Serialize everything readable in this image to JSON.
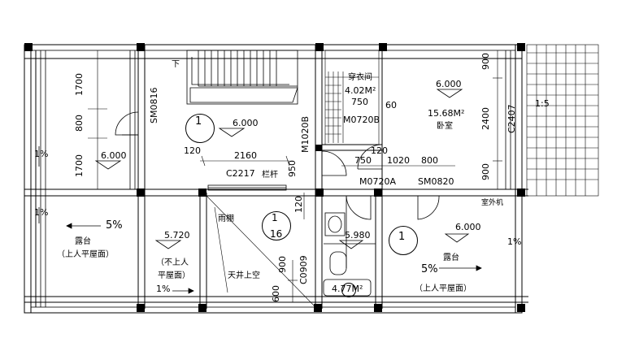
{
  "labels": {
    "down": "下",
    "sm0816": "SM0816",
    "wardrobe": "穿衣间",
    "wardrobe_area": "4.02M²",
    "d750a": "750",
    "d60": "60",
    "m0720b": "M0720B",
    "m1020b": "M1020B",
    "elev_6000_a": "6.000",
    "elev_6000_b": "6.000",
    "elev_6000_c": "6.000",
    "elev_6000_d": "6.000",
    "bedroom_area": "15.68M²",
    "bedroom": "卧室",
    "c2407": "C2407",
    "d900_top": "900",
    "d2400": "2400",
    "d900_bot": "900",
    "d1700_top": "1700",
    "d800": "800",
    "d1700_bot": "1700",
    "one_pct_left": "1%",
    "one_pct_left2": "1%",
    "d120_a": "120",
    "d2160": "2160",
    "c2217": "C2217",
    "railing": "栏杆",
    "d950": "950",
    "d120_b": "120",
    "d750b": "750",
    "d1020": "1020",
    "d800b": "800",
    "m0720a": "M0720A",
    "sm0820": "SM0820",
    "d120_c": "120",
    "outdoor_machine": "室外机",
    "rain_canopy": "雨棚",
    "five_pct_left": "5%",
    "terrace_left": "露台",
    "terrace_left_sub": "（上人平屋面）",
    "elev_5720": "5.720",
    "not_accessible": "（不上人",
    "not_accessible2": "平屋面）",
    "one_pct_mid": "1%",
    "patio_void": "天井上空",
    "d900_c": "900",
    "c0909": "C0909",
    "d600": "600",
    "elev_5980": "5.980",
    "bath_area": "4.77M²",
    "terrace_right": "露台",
    "terrace_right_sub": "（上人平屋面）",
    "five_pct_right": "5%",
    "one_pct_right": "1%",
    "section_1a": "1",
    "section_1b": "1",
    "section_1c": "1",
    "section_16": "16",
    "r15": "1:5"
  }
}
